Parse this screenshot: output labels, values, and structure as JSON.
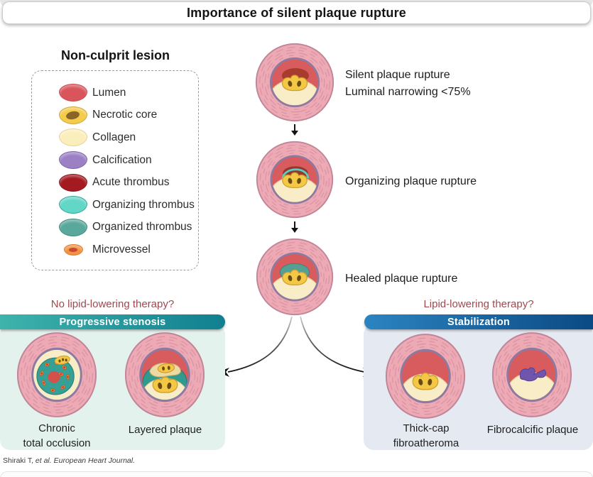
{
  "title": "Importance of silent plaque rupture",
  "legend": {
    "title": "Non-culprit lesion",
    "items": [
      {
        "key": "lumen",
        "label": "Lumen",
        "color": "#d9555c",
        "border": "#cb4a52"
      },
      {
        "key": "necrotic-core",
        "label": "Necrotic core",
        "color": "#f3cc4c",
        "border": "#d2a336",
        "inner_color": "#8a6428"
      },
      {
        "key": "collagen",
        "label": "Collagen",
        "color": "#fbeebd",
        "border": "#e7d191"
      },
      {
        "key": "calcification",
        "label": "Calcification",
        "color": "#9c80c4",
        "border": "#7b62a8"
      },
      {
        "key": "acute-thrombus",
        "label": "Acute thrombus",
        "color": "#a31a20",
        "border": "#8c1418"
      },
      {
        "key": "organizing-thrombus",
        "label": "Organizing thrombus",
        "color": "#62d6c7",
        "border": "#30a99b"
      },
      {
        "key": "organized-thrombus",
        "label": "Organized thrombus",
        "color": "#5aa79b",
        "border": "#3f897e"
      },
      {
        "key": "microvessel",
        "label": "Microvessel",
        "color": "#f0943d",
        "border": "#e07b36",
        "inner_color": "#cc4638"
      }
    ]
  },
  "stages": [
    {
      "lines": [
        "Silent plaque rupture",
        "Luminal narrowing <75%"
      ]
    },
    {
      "lines": [
        "Organizing plaque rupture"
      ]
    },
    {
      "lines": [
        "Healed plaque rupture"
      ]
    }
  ],
  "left_branch": {
    "question": "No lipid-lowering therapy?",
    "banner": "Progressive stenosis",
    "vessels": [
      [
        "Chronic",
        "total occlusion"
      ],
      [
        "Layered plaque"
      ]
    ]
  },
  "right_branch": {
    "question": "Lipid-lowering therapy?",
    "banner": "Stabilization",
    "vessels": [
      [
        "Thick-cap",
        "fibroatheroma"
      ],
      [
        "Fibrocalcific plaque"
      ]
    ]
  },
  "citation": {
    "author": "Shiraki T, ",
    "source": "et al. European Heart Journal."
  },
  "colors": {
    "question": "#9d4a50",
    "banner_left": [
      "#3eb3ab",
      "#117f90"
    ],
    "banner_right": [
      "#2b84c0",
      "#0b4a84"
    ],
    "panel_left": "#e4f2ee",
    "panel_right": "#e5e9f2"
  }
}
